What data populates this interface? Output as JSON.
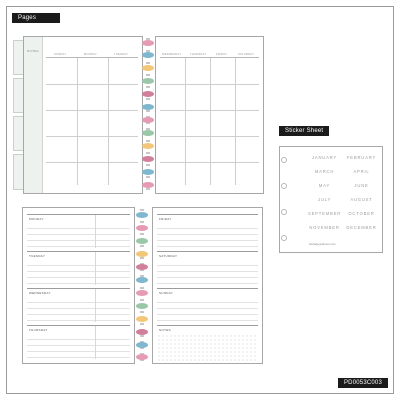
{
  "labels": {
    "pages": "Pages",
    "sticker_sheet": "Sticker Sheet",
    "product_code": "PD0053C003"
  },
  "monthly_spread": {
    "notes_label": "NOTES",
    "days_left": [
      "SUNDAY",
      "MONDAY",
      "TUESDAY"
    ],
    "days_right": [
      "WEDNESDAY",
      "THURSDAY",
      "FRIDAY",
      "SATURDAY"
    ]
  },
  "weekly_spread": {
    "days_left": [
      "MONDAY",
      "TUESDAY",
      "WEDNESDAY",
      "THURSDAY"
    ],
    "days_right": [
      "FRIDAY",
      "SATURDAY",
      "SUNDAY"
    ],
    "notes_label": "NOTES"
  },
  "sticker_sheet": {
    "months": [
      "JANUARY",
      "FEBRUARY",
      "MARCH",
      "APRIL",
      "MAY",
      "JUNE",
      "JULY",
      "AUGUST",
      "SEPTEMBER",
      "OCTOBER",
      "NOVEMBER",
      "DECEMBER"
    ],
    "brand": "thehappyplanner.com"
  }
}
